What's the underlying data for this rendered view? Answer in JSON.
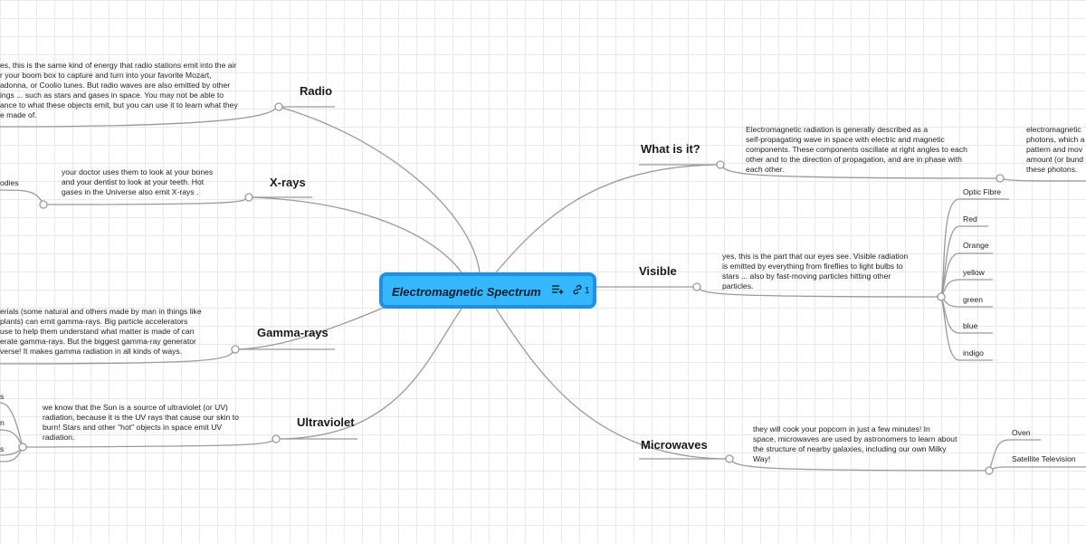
{
  "central": {
    "title": "Electromagnetic Spectrum",
    "link_count": "1",
    "icons": [
      "notes-icon",
      "link-icon"
    ]
  },
  "topics": {
    "radio": {
      "title": "Radio",
      "note": [
        "es, this is the same kind of energy that radio stations emit into the air",
        "r your boom box to capture and turn into your favorite Mozart,",
        "adonna, or Coolio tunes. But radio waves are also emitted by other",
        "ings ... such as stars and gases in space. You may not be able to",
        "ance to what these objects emit, but you can use it to learn what they",
        "e made of."
      ]
    },
    "xrays": {
      "title": "X-rays",
      "note": [
        "your doctor uses them to look at your bones",
        "and your dentist to look at your teeth. Hot",
        "gases in the Universe also emit X-rays ."
      ],
      "leaf": "odies"
    },
    "gamma": {
      "title": "Gamma-rays",
      "note": [
        "erials (some natural and others made by man in things like",
        "plants) can emit gamma-rays. Big particle accelerators",
        "use to help them understand what matter is made of can",
        "erate gamma-rays. But the biggest gamma-ray generator",
        "verse! It makes gamma radiation in all kinds of ways."
      ]
    },
    "ultraviolet": {
      "title": "Ultraviolet",
      "note": [
        "we know that the Sun is a source of ultraviolet (or UV)",
        "radiation, because it is the UV rays that cause our skin to",
        "burn! Stars and other \"hot\" objects in space emit UV",
        "radiation."
      ],
      "leaves": [
        "s",
        "n",
        "s"
      ]
    },
    "whatisit": {
      "title": "What is it?",
      "note": [
        "Electromagnetic radiation is generally described as a",
        "self-propagating wave in space with electric and magnetic",
        "components. These components oscillate at right angles to each",
        "other and to the direction of propagation, and are in phase with",
        "each other."
      ],
      "sub_note": [
        "electromagnetic",
        "photons, which a",
        "pattern and mov",
        "amount (or bund",
        "these photons."
      ]
    },
    "visible": {
      "title": "Visible",
      "note": [
        "yes, this is the part that our eyes see. Visible radiation",
        "is emitted by everything from fireflies to light bulbs to",
        "stars ... also by fast-moving particles hitting other",
        "particles."
      ],
      "leaves": [
        "Optic Fibre",
        "Red",
        "Orange",
        "yellow",
        "green",
        "blue",
        "indigo"
      ]
    },
    "microwaves": {
      "title": "Microwaves",
      "note": [
        "they will cook your popcorn in just a few minutes! In",
        "space, microwaves are used by astronomers to learn about",
        "the structure of nearby galaxies, including our own Milky",
        "Way!"
      ],
      "leaves": [
        "Oven",
        "Satellite Television"
      ]
    }
  },
  "colors": {
    "central_fill": "#35b8ff",
    "central_border": "#1f90e6",
    "line": "#9a9a9a"
  }
}
